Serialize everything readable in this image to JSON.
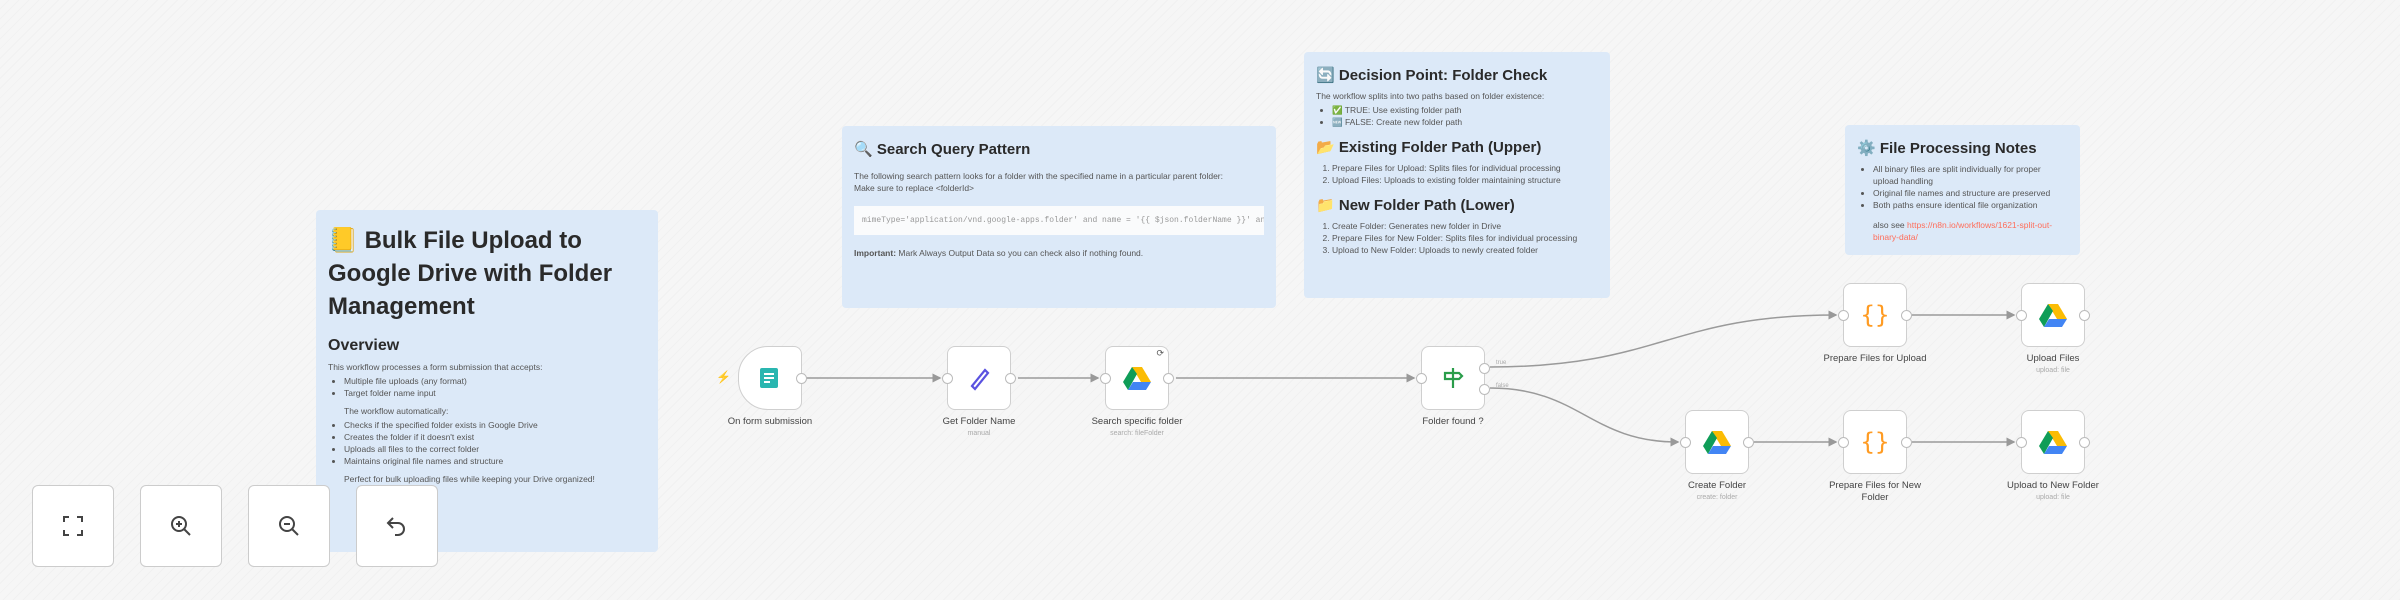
{
  "notes": {
    "main": {
      "title": "Bulk File Upload to Google Drive with Folder Management",
      "overview_heading": "Overview",
      "intro": "This workflow processes a form submission that accepts:",
      "accepts": [
        "Multiple file uploads (any format)",
        "Target folder name input"
      ],
      "auto_intro": "The workflow automatically:",
      "auto": [
        "Checks if the specified folder exists in Google Drive",
        "Creates the folder if it doesn't exist",
        "Uploads all files to the correct folder",
        "Maintains original file names and structure"
      ],
      "outro": "Perfect for bulk uploading files while keeping your Drive organized!"
    },
    "search": {
      "title": "Search Query Pattern",
      "text1": "The following search pattern looks for a folder with the specified name in a particular parent folder:",
      "text2": "Make sure to replace <folderId>",
      "code": "mimeType='application/vnd.google-apps.folder' and name = '{{ $json.folderName }}' and '<folderId>' in parents",
      "important_label": "Important:",
      "important_text": " Mark Always Output Data so you can check also if nothing found."
    },
    "decision": {
      "title": "Decision Point: Folder Check",
      "intro": "The workflow splits into two paths based on folder existence:",
      "items": [
        "✅ TRUE: Use existing folder path",
        "🆕 FALSE: Create new folder path"
      ],
      "existing_title": "Existing Folder Path (Upper)",
      "existing": [
        "Prepare Files for Upload: Splits files for individual processing",
        "Upload Files: Uploads to existing folder maintaining structure"
      ],
      "new_title": "New Folder Path (Lower)",
      "new": [
        "Create Folder: Generates new folder in Drive",
        "Prepare Files for New Folder: Splits files for individual processing",
        "Upload to New Folder: Uploads to newly created folder"
      ]
    },
    "processing": {
      "title": "File Processing Notes",
      "items": [
        "All binary files are split individually for proper upload handling",
        "Original file names and structure are preserved",
        "Both paths ensure identical file organization"
      ],
      "also_see": "also see ",
      "link": "https://n8n.io/workflows/1621-split-out-binary-data/"
    }
  },
  "nodes": [
    {
      "label": "On form submission",
      "sub": ""
    },
    {
      "label": "Get Folder Name",
      "sub": "manual"
    },
    {
      "label": "Search specific folder",
      "sub": "search: fileFolder"
    },
    {
      "label": "Folder found ?",
      "sub": ""
    },
    {
      "label": "Prepare Files for Upload",
      "sub": ""
    },
    {
      "label": "Upload Files",
      "sub": "upload: file"
    },
    {
      "label": "Create Folder",
      "sub": "create: folder"
    },
    {
      "label": "Prepare Files for New Folder",
      "sub": ""
    },
    {
      "label": "Upload to New Folder",
      "sub": "upload: file"
    }
  ],
  "branches": {
    "true": "true",
    "false": "false"
  },
  "controls": [
    "fit-view",
    "zoom-in",
    "zoom-out",
    "reset-zoom"
  ],
  "colors": {
    "sticky": "#dce9f8",
    "accent": "#ff6d5a",
    "code_node": "#ff9b22"
  }
}
